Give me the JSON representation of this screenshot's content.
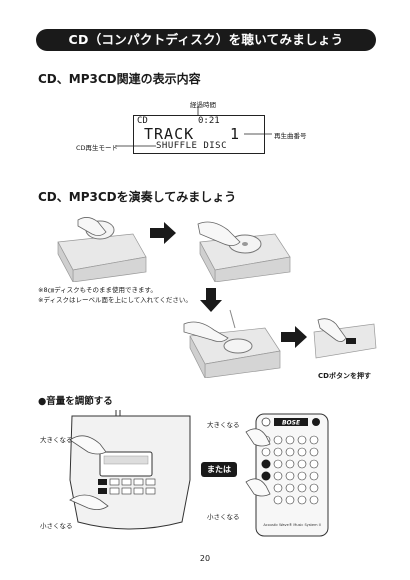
{
  "header": {
    "title": "CD（コンパクトディスク）を聴いてみましょう"
  },
  "section1": {
    "title": "CD、MP3CD関連の表示内容",
    "elapsed_label": "経過時間",
    "track_number_label": "再生曲番号",
    "cd_mode_label": "CD再生モード",
    "display": {
      "source": "CD",
      "time": "0:21",
      "track_word": "TRACK",
      "track_number": "1",
      "mode": "SHUFFLE DISC"
    }
  },
  "section2": {
    "title": "CD、MP3CDを演奏してみましょう",
    "notes": [
      "※8㎝ディスクもそのまま使用できます。",
      "※ディスクはレーベル面を上にして入れてください。"
    ],
    "cd_button_caption": "CDボタンを押す"
  },
  "section3": {
    "title": "●音量を調節する",
    "up_label_left": "大きくなる",
    "down_label_left": "小さくなる",
    "up_label_right": "大きくなる",
    "down_label_right": "小さくなる",
    "or_label": "または",
    "remote_brand": "BOSE",
    "remote_model": "Acoustic Wave® Music System II"
  },
  "footer": {
    "page_number": "20"
  },
  "colors": {
    "ink": "#1a1a1a",
    "gray_fill": "#d9d9d9",
    "light_fill": "#eeeeee"
  }
}
